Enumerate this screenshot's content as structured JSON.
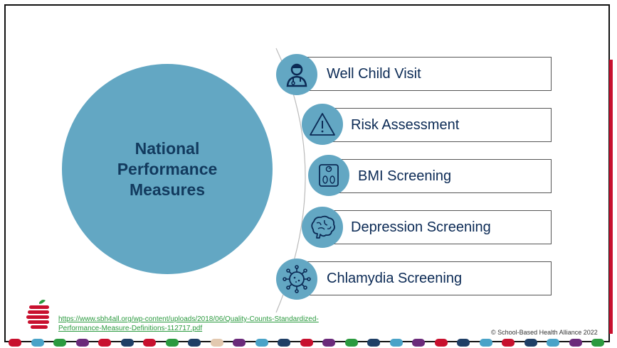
{
  "title_lines": [
    "National",
    "Performance",
    "Measures"
  ],
  "items": [
    {
      "label": "Well Child Visit",
      "icon": "doctor-icon"
    },
    {
      "label": "Risk Assessment",
      "icon": "warning-icon"
    },
    {
      "label": "BMI Screening",
      "icon": "scale-icon"
    },
    {
      "label": "Depression Screening",
      "icon": "brain-icon"
    },
    {
      "label": "Chlamydia Screening",
      "icon": "virus-icon"
    }
  ],
  "footer": {
    "link_line1": "https://www.sbh4all.org/wp-content/uploads/2018/06/Quality-Counts-Standardized-",
    "link_line2": "Performance-Measure-Definitions-112717.pdf",
    "copyright": "© School-Based Health Alliance 2022",
    "logo": "apple-logo-icon"
  },
  "colors": {
    "accent_circle": "#63a7c3",
    "title_text": "#123a5e",
    "item_text": "#0b2a55",
    "right_bar": "#c8102e",
    "dash_colors": [
      "#c8102e",
      "#4aa3c8",
      "#2b9a3f",
      "#6b2a7a",
      "#c8102e",
      "#1f3f66",
      "#c8102e",
      "#2b9a3f",
      "#1f3f66",
      "#e3c9b0",
      "#6b2a7a",
      "#4aa3c8",
      "#1f3f66",
      "#c8102e",
      "#6b2a7a",
      "#2b9a3f",
      "#1f3f66",
      "#4aa3c8",
      "#6b2a7a",
      "#c8102e",
      "#1f3f66",
      "#4aa3c8",
      "#c8102e",
      "#1f3f66",
      "#4aa3c8",
      "#6b2a7a",
      "#2b9a3f"
    ]
  }
}
